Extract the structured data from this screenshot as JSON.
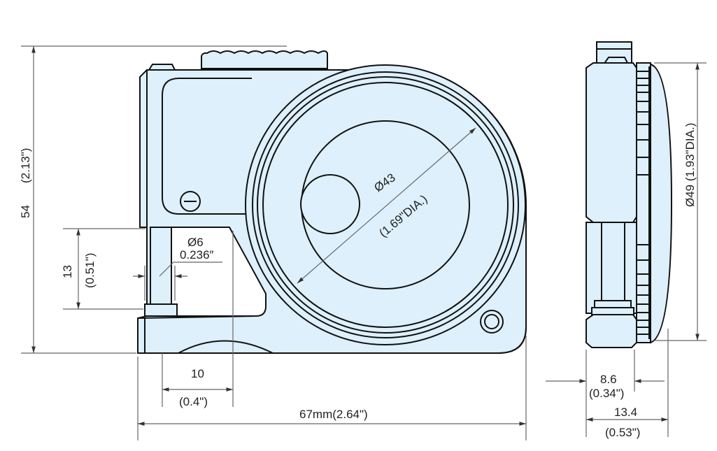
{
  "title": "Tape measure dimension drawing",
  "colors": {
    "body_fill": "#ddf0fb",
    "outline": "#111111",
    "dimension_line": "#666666"
  },
  "dimensions": {
    "height": "54",
    "height_in": "(2.13\")",
    "slot_height": "13",
    "slot_height_in": "(0.51\")",
    "pin_dia": "Ø6",
    "pin_dia_in": "0.236″",
    "reel_dia": "Ø43",
    "reel_dia_in": "(1.69\"DIA.)",
    "slot_width": "10",
    "slot_width_in": "(0.4\")",
    "width": "67mm(2.64\")",
    "body_depth": "8.6",
    "body_depth_in": "(0.34\")",
    "total_depth": "13.4",
    "total_depth_in": "(0.53\")",
    "case_dia": "Ø49 (1.93\"DIA.)"
  }
}
